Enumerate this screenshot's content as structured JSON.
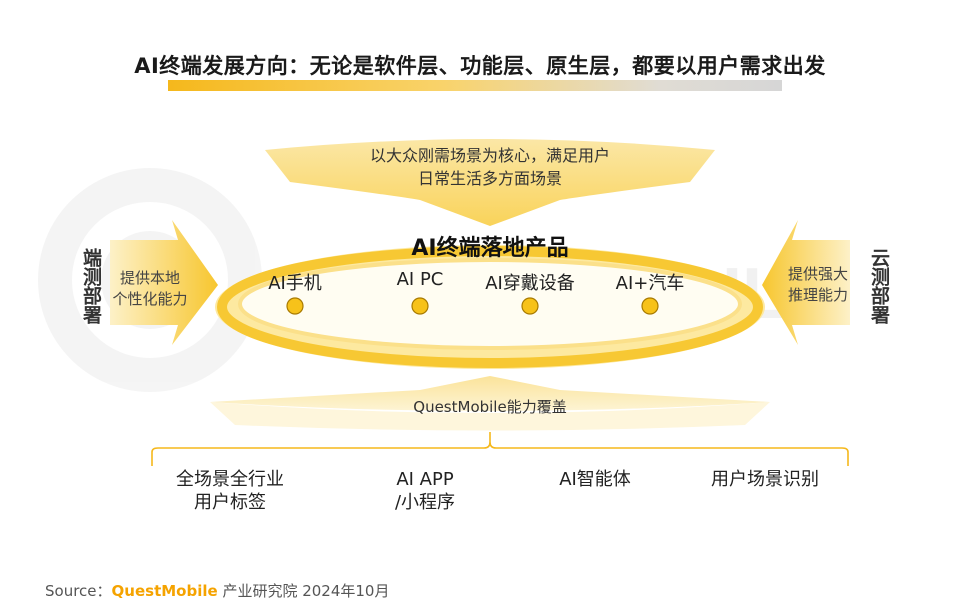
{
  "title": "AI终端发展方向：无论是软件层、功能层、原生层，都要以用户需求出发",
  "top_arrow": {
    "line1": "以大众刚需场景为核心，满足用户",
    "line2": "日常生活多方面场景"
  },
  "center": {
    "title": "AI终端落地产品",
    "products": [
      "AI手机",
      "AI PC",
      "AI穿戴设备",
      "AI+汽车"
    ]
  },
  "left": {
    "vertical": "端测部署",
    "line1": "提供本地",
    "line2": "个性化能力"
  },
  "right": {
    "vertical": "云测部署",
    "line1": "提供强大",
    "line2": "推理能力"
  },
  "bottom_arrow": {
    "label": "QuestMobile能力覆盖"
  },
  "bottom_items": [
    {
      "line1": "全场景全行业",
      "line2": "用户标签"
    },
    {
      "line1": "AI APP",
      "line2": "/小程序"
    },
    {
      "line1": "AI智能体",
      "line2": ""
    },
    {
      "line1": "用户场景识别",
      "line2": ""
    }
  ],
  "watermark": "QUEST MOBILE",
  "source": {
    "prefix": "Source：",
    "brand": "QuestMobile",
    "suffix": " 产业研究院 2024年10月"
  },
  "colors": {
    "accent": "#f5b81c",
    "dot": "#f7c21a",
    "ring": "#f6c434",
    "watermark": "#ececec"
  }
}
